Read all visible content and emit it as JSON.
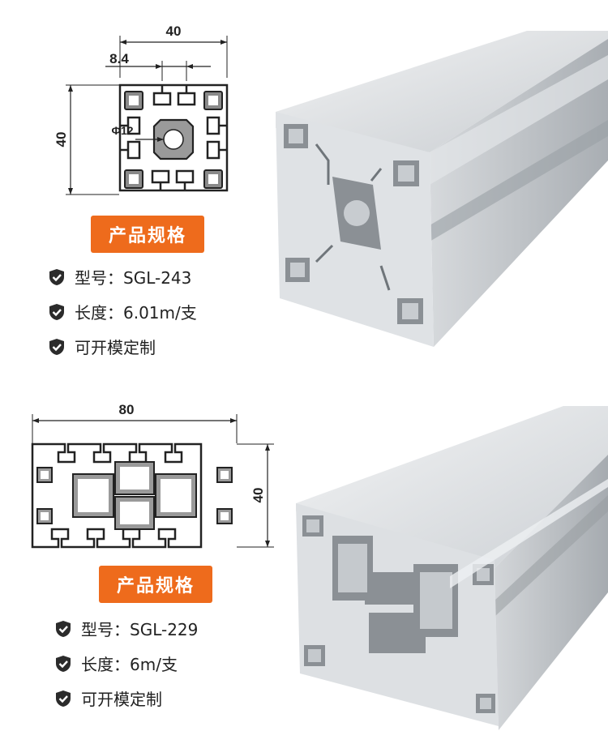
{
  "products": [
    {
      "drawing": {
        "width_dim": "40",
        "height_dim": "40",
        "slot_dim": "8.4",
        "bore_dim": "Φ12"
      },
      "badge": "产品规格",
      "specs": [
        {
          "label": "型号：",
          "value": "SGL-243"
        },
        {
          "label": "长度：",
          "value": "6.01m/支"
        },
        {
          "label": "可开模定制",
          "value": ""
        }
      ],
      "photo_icon": "aluminum-profile-4040-photo"
    },
    {
      "drawing": {
        "width_dim": "80",
        "height_dim": "40"
      },
      "badge": "产品规格",
      "specs": [
        {
          "label": "型号：",
          "value": "SGL-229"
        },
        {
          "label": "长度：",
          "value": "6m/支"
        },
        {
          "label": "可开模定制",
          "value": ""
        }
      ],
      "photo_icon": "aluminum-profile-8040-photo"
    }
  ],
  "colors": {
    "accent": "#ee6b1c",
    "check": "#2b2b2b",
    "metal_light": "#e6e8ea",
    "metal_mid": "#c3c7cb",
    "metal_dark": "#8e9398"
  }
}
